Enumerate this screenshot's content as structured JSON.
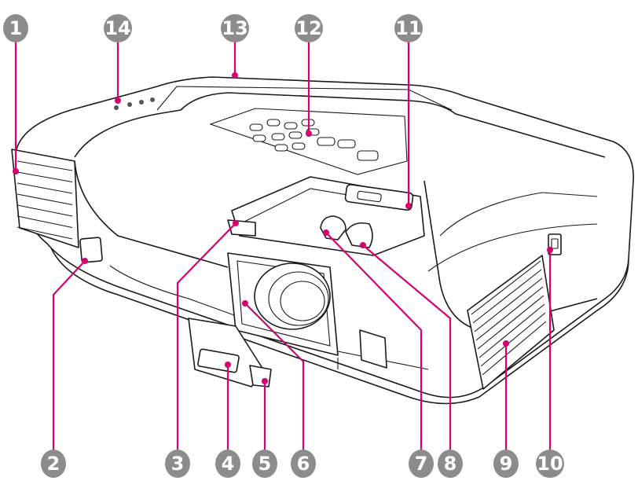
{
  "callouts": [
    {
      "id": "1",
      "label": "1"
    },
    {
      "id": "2",
      "label": "2"
    },
    {
      "id": "3",
      "label": "3"
    },
    {
      "id": "4",
      "label": "4"
    },
    {
      "id": "5",
      "label": "5"
    },
    {
      "id": "6",
      "label": "6"
    },
    {
      "id": "7",
      "label": "7"
    },
    {
      "id": "8",
      "label": "8"
    },
    {
      "id": "9",
      "label": "9"
    },
    {
      "id": "10",
      "label": "10"
    },
    {
      "id": "11",
      "label": "11"
    },
    {
      "id": "12",
      "label": "12"
    },
    {
      "id": "13",
      "label": "13"
    },
    {
      "id": "14",
      "label": "14"
    }
  ],
  "colors": {
    "leader": "#d6006e",
    "badge": "#8c8c8c",
    "outline": "#1a1a1a"
  }
}
